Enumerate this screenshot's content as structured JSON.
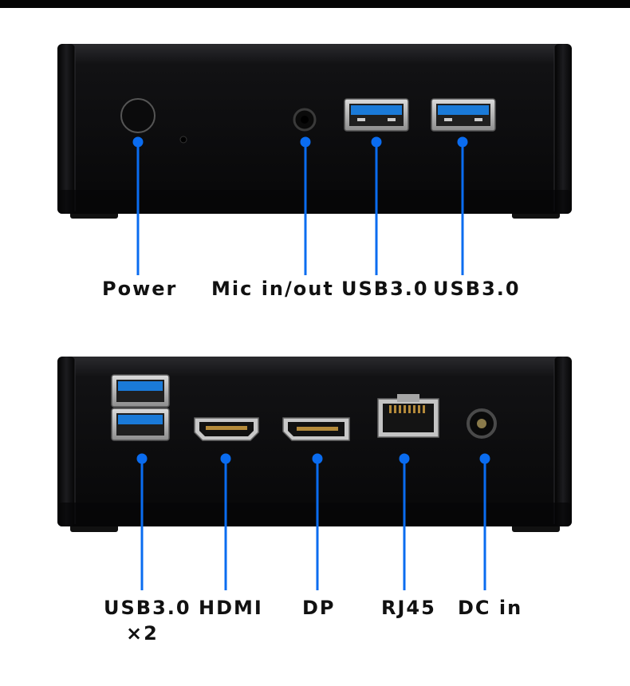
{
  "front_panel": {
    "labels": {
      "power": "Power",
      "mic": "Mic in/out",
      "usb1": "USB3.0",
      "usb2": "USB3.0"
    }
  },
  "back_panel": {
    "labels": {
      "usb_dual": "USB3.0",
      "usb_dual_count": "×2",
      "hdmi": "HDMI",
      "dp": "DP",
      "rj45": "RJ45",
      "dc": "DC in"
    }
  },
  "colors": {
    "callout": "#0a6cf0",
    "usb_blue": "#1a7ad8",
    "chassis": "#0c0c0e"
  }
}
